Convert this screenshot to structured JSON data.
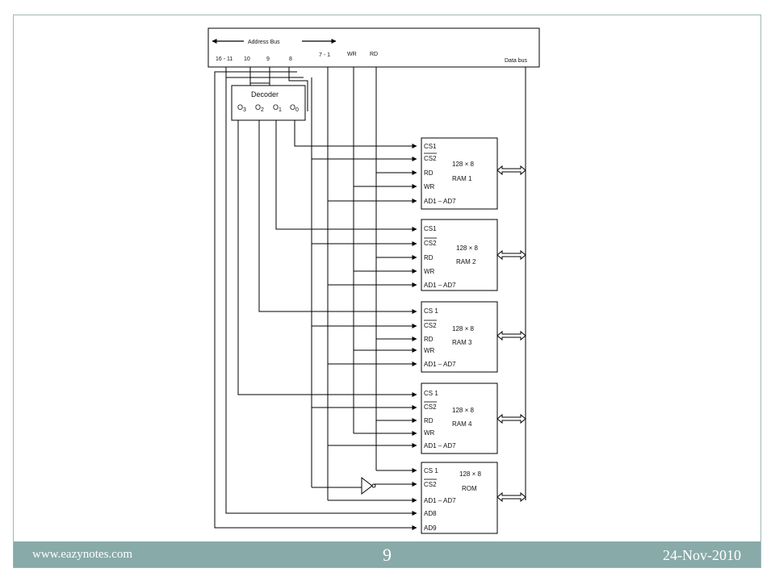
{
  "diagram": {
    "top_bar": {
      "address_bus_label": "Address Bus",
      "pins": [
        "16 - 11",
        "10",
        "9",
        "8",
        "7 - 1",
        "WR",
        "RD"
      ],
      "data_bus_label": "Data bus"
    },
    "decoder": {
      "title": "Decoder",
      "outputs": [
        "O",
        "O",
        "O",
        "O"
      ],
      "output_subscripts": [
        "3",
        "2",
        "1",
        "0"
      ]
    },
    "chips": [
      {
        "id": "ram1",
        "size": "128 × 8",
        "name": "RAM 1",
        "pins": [
          "CS1",
          "CS2",
          "RD",
          "WR",
          "AD1 – AD7"
        ]
      },
      {
        "id": "ram2",
        "size": "128 × 8",
        "name": "RAM 2",
        "pins": [
          "CS1",
          "CS2",
          "RD",
          "WR",
          "AD1 – AD7"
        ]
      },
      {
        "id": "ram3",
        "size": "128 × 8",
        "name": "RAM 3",
        "pins": [
          "CS 1",
          "CS2",
          "RD",
          "WR",
          "AD1 – AD7"
        ]
      },
      {
        "id": "ram4",
        "size": "128 × 8",
        "name": "RAM 4",
        "pins": [
          "CS 1",
          "CS2",
          "RD",
          "WR",
          "AD1 – AD7"
        ]
      },
      {
        "id": "rom",
        "size": "128 × 8",
        "name": "ROM",
        "pins": [
          "CS 1",
          "CS2",
          "AD1 – AD7",
          "AD8",
          "AD9"
        ]
      }
    ]
  },
  "footer": {
    "website": "www.eazynotes.com",
    "page_number": "9",
    "date": "24-Nov-2010",
    "bar_color": "#88aaa9"
  }
}
